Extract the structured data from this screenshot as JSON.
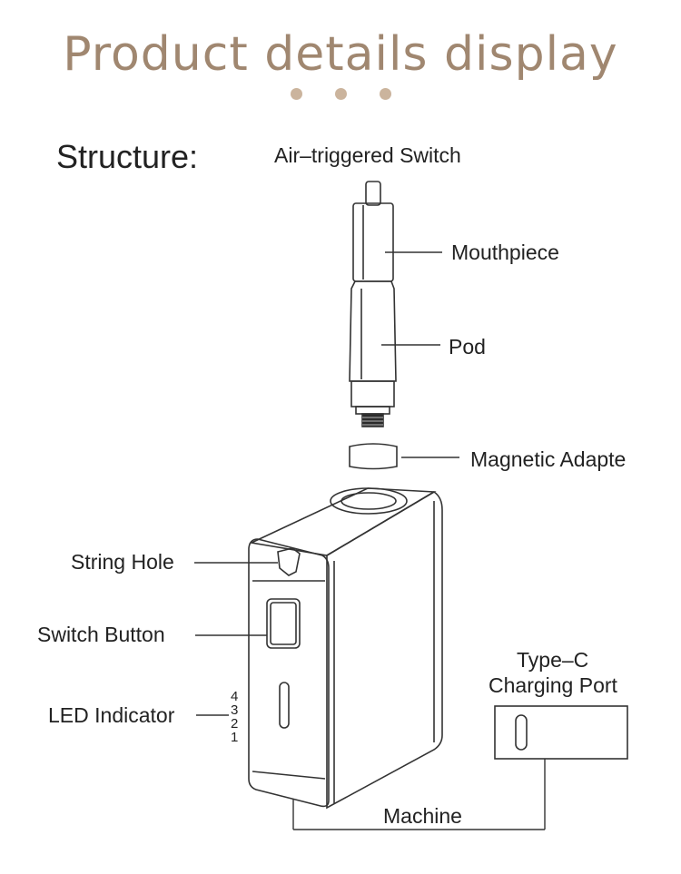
{
  "title": "Product details display",
  "colors": {
    "title": "#a08770",
    "dots": "#cbb49d",
    "line": "#333333",
    "text": "#222222"
  },
  "dots": [
    1,
    2,
    3
  ],
  "structure_label": "Structure:",
  "labels": {
    "air_switch": "Air–triggered Switch",
    "mouthpiece": "Mouthpiece",
    "pod": "Pod",
    "magnetic_adapter": "Magnetic Adapte",
    "string_hole": "String Hole",
    "switch_button": "Switch Button",
    "led_indicator": "LED Indicator",
    "type_c_line1": "Type–C",
    "type_c_line2": "Charging Port",
    "machine": "Machine"
  },
  "led_levels": [
    "4",
    "3",
    "2",
    "1"
  ]
}
